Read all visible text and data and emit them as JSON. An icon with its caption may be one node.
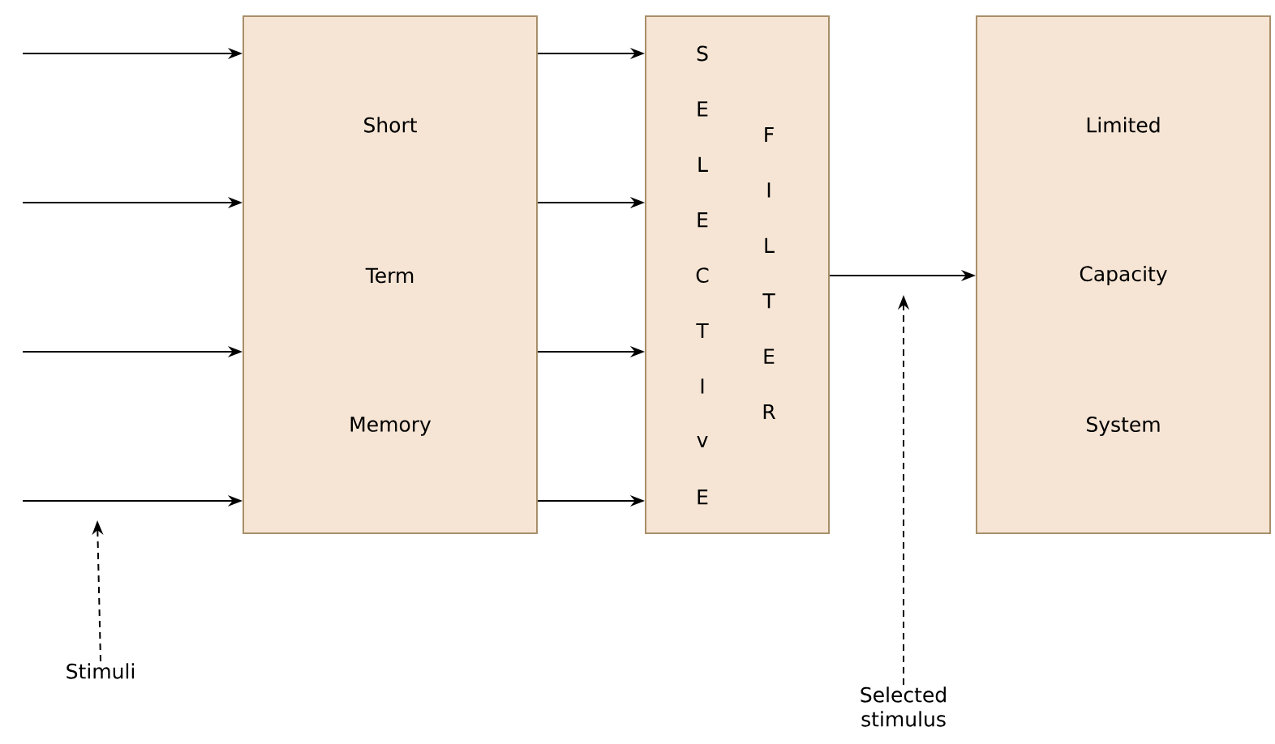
{
  "diagram": {
    "nodes": [
      {
        "text": [
          "Short",
          "Term",
          "Memory"
        ]
      },
      {
        "text": [
          "S",
          "E",
          "L",
          "E",
          "C",
          "T",
          "I",
          "v",
          "E",
          "F",
          "I",
          "L",
          "T",
          "E",
          "R"
        ]
      },
      {
        "text": [
          "Limited",
          "Capacity",
          "System"
        ]
      },
      {
        "text": [
          "Stimuli"
        ]
      },
      {
        "text": [
          "Selected stimulus"
        ]
      }
    ],
    "edges": [
      {
        "from": null,
        "to": 0,
        "arrow": "to"
      },
      {
        "from": null,
        "to": 0,
        "arrow": "to"
      },
      {
        "from": null,
        "to": 0,
        "arrow": "to"
      },
      {
        "from": null,
        "to": 0,
        "arrow": "to"
      },
      {
        "from": 0,
        "to": 1,
        "arrow": "to"
      },
      {
        "from": 0,
        "to": 1,
        "arrow": "to"
      },
      {
        "from": 0,
        "to": 1,
        "arrow": "to"
      },
      {
        "from": 0,
        "to": 1,
        "arrow": "to"
      },
      {
        "from": 1,
        "to": 2,
        "arrow": "to"
      },
      {
        "from": 3,
        "to": null,
        "arrow": "to",
        "style": "dashed"
      },
      {
        "from": 4,
        "to": null,
        "arrow": "to",
        "style": "dashed"
      }
    ]
  }
}
